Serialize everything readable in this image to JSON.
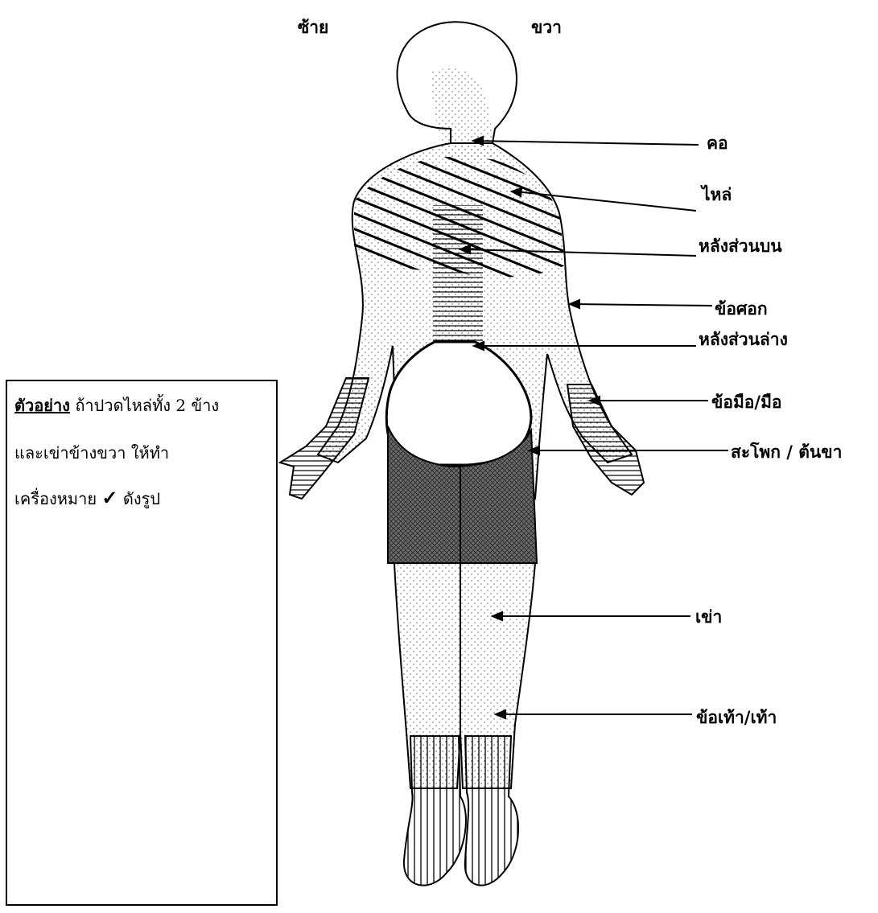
{
  "side_labels": {
    "left": "ซ้าย",
    "right": "ขวา"
  },
  "regions": [
    {
      "id": "neck",
      "label": "คอ",
      "pattern": "dots"
    },
    {
      "id": "shoulder",
      "label": "ไหล่",
      "pattern": "diagonal-lines"
    },
    {
      "id": "upper-back",
      "label": "หลังส่วนบน",
      "pattern": "horizontal-lines"
    },
    {
      "id": "elbow",
      "label": "ข้อศอก",
      "pattern": "dots"
    },
    {
      "id": "lower-back",
      "label": "หลังส่วนล่าง",
      "pattern": "horizontal-lines"
    },
    {
      "id": "wrist-hand",
      "label": "ข้อมือ/มือ",
      "pattern": "horizontal-lines"
    },
    {
      "id": "hip-thigh",
      "label": "สะโพก / ต้นขา",
      "pattern": "crosshatch"
    },
    {
      "id": "knee",
      "label": "เข่า",
      "pattern": "dots"
    },
    {
      "id": "ankle-foot",
      "label": "ข้อเท้า/เท้า",
      "pattern": "vertical-lines"
    }
  ],
  "example": {
    "title": "ตัวอย่าง",
    "line1_rest": "ถ้าปวดไหล่ทั้ง 2 ข้าง",
    "line2": "และเข่าข้างขวา ให้ทำ",
    "line3_pre": "เครื่องหมาย",
    "check_mark": "✓",
    "line3_post": "ดังรูป"
  },
  "colors": {
    "outline": "#000000",
    "dots": "#9a9a9a",
    "hip_fill": "#555555",
    "mini_light": "#cfcfcf",
    "mini_dark": "#5a5a5a"
  }
}
